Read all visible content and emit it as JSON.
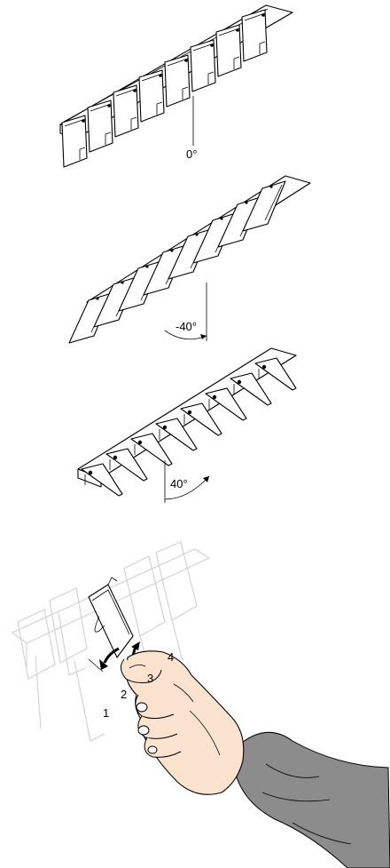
{
  "figure": {
    "panel_a": {
      "angle_label": "0°"
    },
    "panel_b": {
      "angle_label": "-40°"
    },
    "panel_c": {
      "angle_label": "40°"
    },
    "panel_d": {
      "step_labels": [
        "1",
        "2",
        "3",
        "4"
      ]
    }
  },
  "colors": {
    "line": "#000000",
    "ghost_line": "#cfcfcf",
    "skin": "#fbe3cf",
    "sleeve": "#8c8c8c"
  }
}
